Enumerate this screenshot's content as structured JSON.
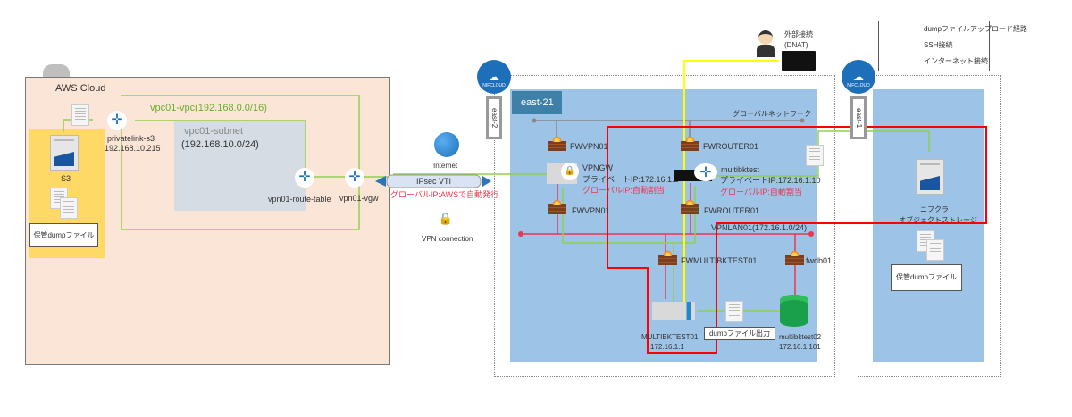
{
  "aws": {
    "title": "AWS Cloud",
    "vpc_label": "vpc01-vpc(192.168.0.0/16)",
    "subnet_label": "vpc01-subnet",
    "subnet_cidr": "(192.168.10.0/24)",
    "privatelink_name": "privatelink-s3",
    "privatelink_ip": "192.168.10.215",
    "route_table": "vpn01-route-table",
    "vgw": "vpn01-vgw",
    "s3_label": "S3",
    "stored_files": "保管dumpファイル"
  },
  "middle": {
    "internet": "Internet",
    "ipsec": "IPsec VTI",
    "global_ip_note": "グローバルIP:AWSで自動発行",
    "vpn_connection": "VPN connection"
  },
  "external": {
    "title": "外部接続",
    "sub": "(DNAT)"
  },
  "legend": {
    "items": [
      {
        "label": "dumpファイルアップロード経路",
        "color": "#92d050"
      },
      {
        "label": "SSH接続",
        "color": "#ffff00"
      },
      {
        "label": "インターネット接続",
        "color": "#2e75b6"
      }
    ]
  },
  "nifcloud": {
    "logo": "NIFCLOUD",
    "east2_tag": "east-2",
    "east1_tag": "east-1",
    "zone": "east-21",
    "global_network": "グローバルネットワーク",
    "fwvpn_top": "FWVPN01",
    "fwvpn_bottom": "FWVPN01",
    "vpngw": "VPNGW",
    "vpngw_private": "プライベートIP:172.16.1.2",
    "vpngw_global": "グローバルIP:自動割当",
    "fwrouter_top": "FWROUTER01",
    "fwrouter_bottom": "FWROUTER01",
    "router": "multibktest",
    "router_private": "プライベートIP:172.16.1.10",
    "router_global": "グローバルIP:自動割当",
    "lan": "VPNLAN01(172.16.1.0/24)",
    "fw_multi": "FWMULTIBKTEST01",
    "fw_db": "fwdb01",
    "server": "MULTIBKTEST01",
    "server_ip": "172.16.1.1",
    "db": "multibktest02",
    "db_ip": "172.16.1.101",
    "dump_output": "dumpファイル出力",
    "storage_line1": "ニフクラ",
    "storage_line2": "オブジェクトストレージ",
    "stored_files": "保管dumpファイル"
  },
  "colors": {
    "upload": "#92d050",
    "ssh": "#ffff00",
    "internet": "#2e75b6",
    "highlight": "#ff0000",
    "lan": "#e8384f"
  }
}
